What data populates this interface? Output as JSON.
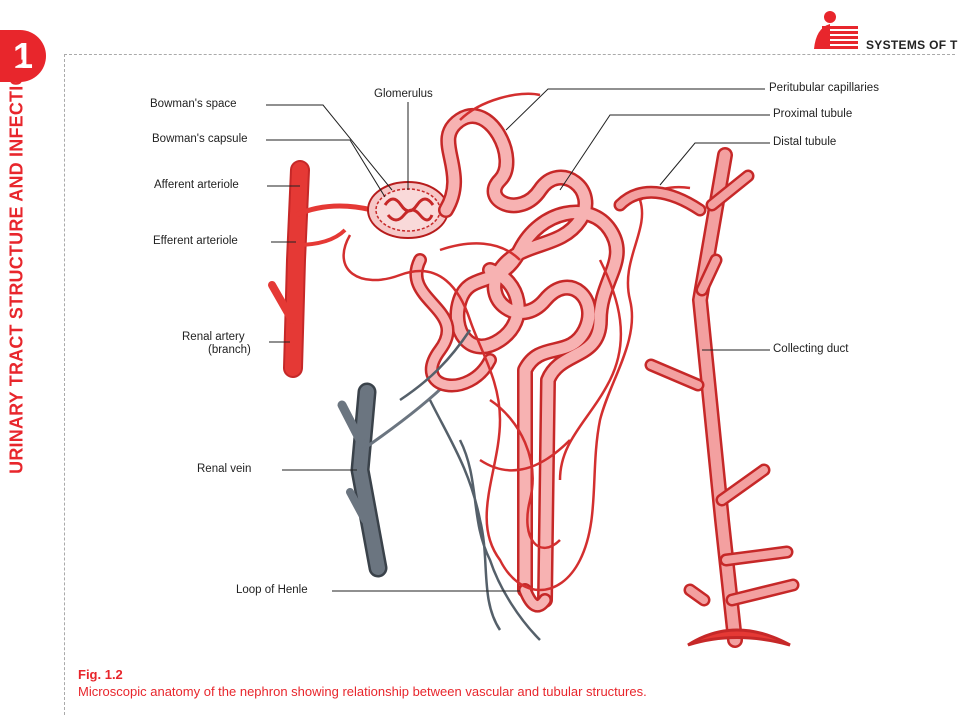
{
  "header": {
    "text": "SYSTEMS OF T"
  },
  "chapter": {
    "number": "1",
    "title": "URINARY TRACT STRUCTURE AND INFECTION"
  },
  "labels": {
    "bowmans_space": "Bowman's space",
    "glomerulus": "Glomerulus",
    "bowmans_capsule": "Bowman's capsule",
    "afferent_arteriole": "Afferent arteriole",
    "efferent_arteriole": "Efferent arteriole",
    "renal_artery": "Renal artery",
    "renal_artery_branch": "(branch)",
    "renal_vein": "Renal vein",
    "loop_of_henle": "Loop of Henle",
    "peritubular_capillaries": "Peritubular capillaries",
    "proximal_tubule": "Proximal tubule",
    "distal_tubule": "Distal tubule",
    "collecting_duct": "Collecting duct"
  },
  "caption": {
    "fig": "Fig. 1.2",
    "desc": "Microscopic anatomy of the nephron showing relationship between vascular and tubular structures."
  },
  "colors": {
    "accent": "#e8262c",
    "artery": "#e53935",
    "tubule": "#f08080",
    "vein": "#55606a"
  }
}
